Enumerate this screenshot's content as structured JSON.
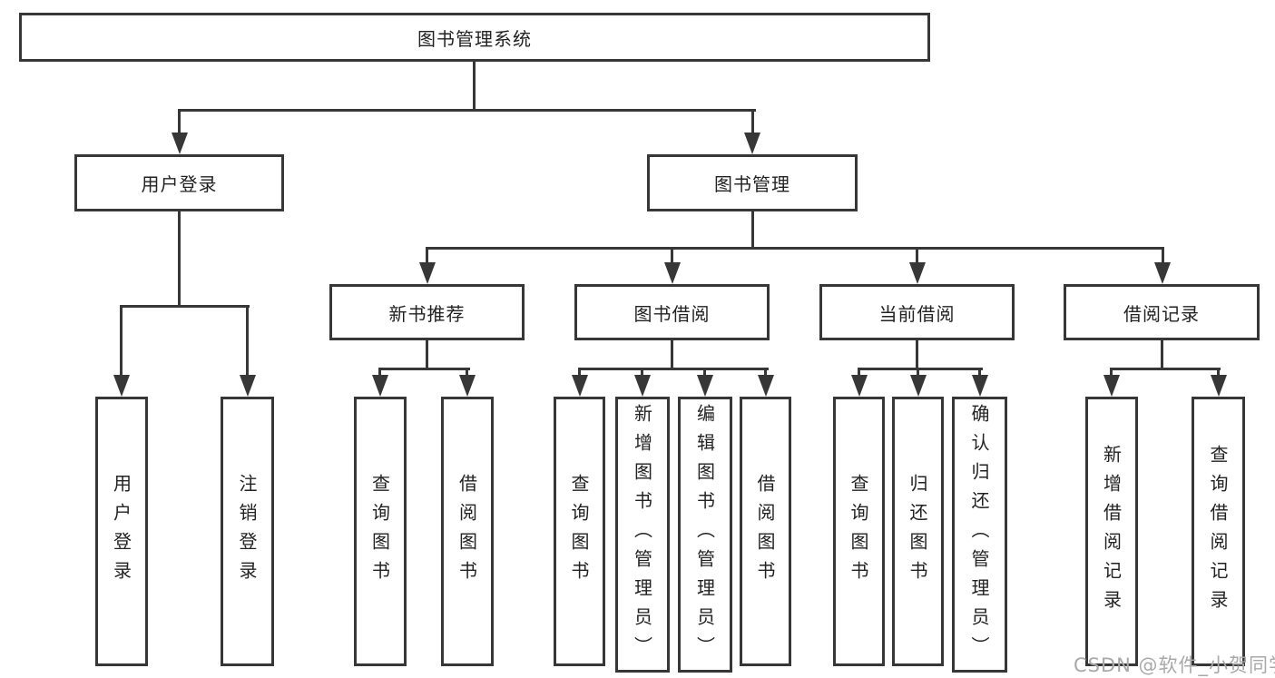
{
  "diagram_title": "图书管理系统",
  "colors": {
    "line": "#373737",
    "text": "#222222",
    "background": "#ffffff",
    "watermark": "#a9a9a9"
  },
  "nodes": {
    "root": {
      "label": "图书管理系统"
    },
    "level2": [
      {
        "label": "用户登录"
      },
      {
        "label": "图书管理"
      }
    ],
    "level3": [
      {
        "label": "新书推荐"
      },
      {
        "label": "图书借阅"
      },
      {
        "label": "当前借阅"
      },
      {
        "label": "借阅记录"
      }
    ],
    "leaves": [
      {
        "parent": "用户登录",
        "label": "用户登录"
      },
      {
        "parent": "用户登录",
        "label": "注销登录"
      },
      {
        "parent": "新书推荐",
        "label": "查询图书"
      },
      {
        "parent": "新书推荐",
        "label": "借阅图书"
      },
      {
        "parent": "图书借阅",
        "label": "查询图书"
      },
      {
        "parent": "图书借阅",
        "label": "新增图书（管理员）"
      },
      {
        "parent": "图书借阅",
        "label": "编辑图书（管理员）"
      },
      {
        "parent": "图书借阅",
        "label": "借阅图书"
      },
      {
        "parent": "当前借阅",
        "label": "查询图书"
      },
      {
        "parent": "当前借阅",
        "label": "归还图书"
      },
      {
        "parent": "当前借阅",
        "label": "确认归还（管理员）"
      },
      {
        "parent": "借阅记录",
        "label": "新增借阅记录"
      },
      {
        "parent": "借阅记录",
        "label": "查询借阅记录"
      }
    ]
  },
  "watermark": "CSDN @软件_小贺同学"
}
